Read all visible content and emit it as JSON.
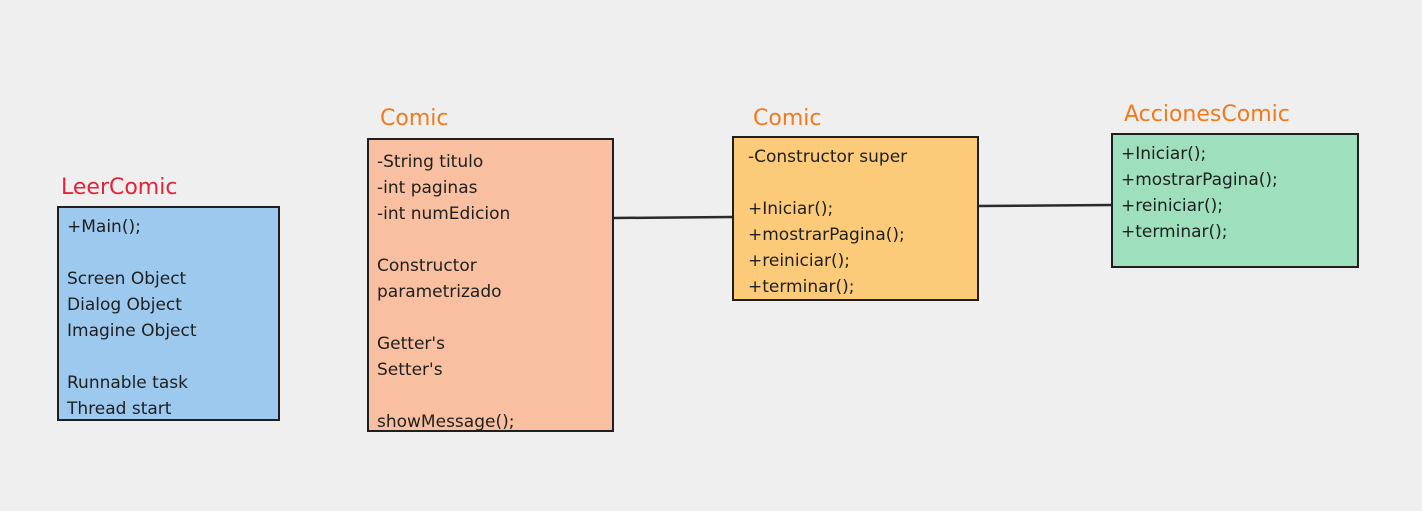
{
  "colors": {
    "background": "#efefef",
    "title_red": "#e0243a",
    "title_orange": "#f07a1e",
    "blue": "#9dc9ee",
    "salmon": "#f8bfa0",
    "yellow": "#fccb79",
    "green": "#9edfbd",
    "stroke": "#1f1f1f"
  },
  "classes": [
    {
      "title": "LeerComic",
      "lines": [
        "+Main();",
        "",
        "Screen Object",
        "Dialog Object",
        "Imagine Object",
        "",
        "Runnable task",
        "Thread start"
      ]
    },
    {
      "title": "Comic",
      "lines": [
        "-String titulo",
        "-int paginas",
        "-int numEdicion",
        "",
        "Constructor",
        "parametrizado",
        "",
        "Getter's",
        "Setter's",
        "",
        "showMessage();"
      ]
    },
    {
      "title": "Comic",
      "lines": [
        "-Constructor super",
        "",
        "+Iniciar();",
        "+mostrarPagina();",
        "+reiniciar();",
        "+terminar();"
      ]
    },
    {
      "title": "AccionesComic",
      "lines": [
        "+Iniciar();",
        "+mostrarPagina();",
        "+reiniciar();",
        "+terminar();"
      ]
    }
  ]
}
